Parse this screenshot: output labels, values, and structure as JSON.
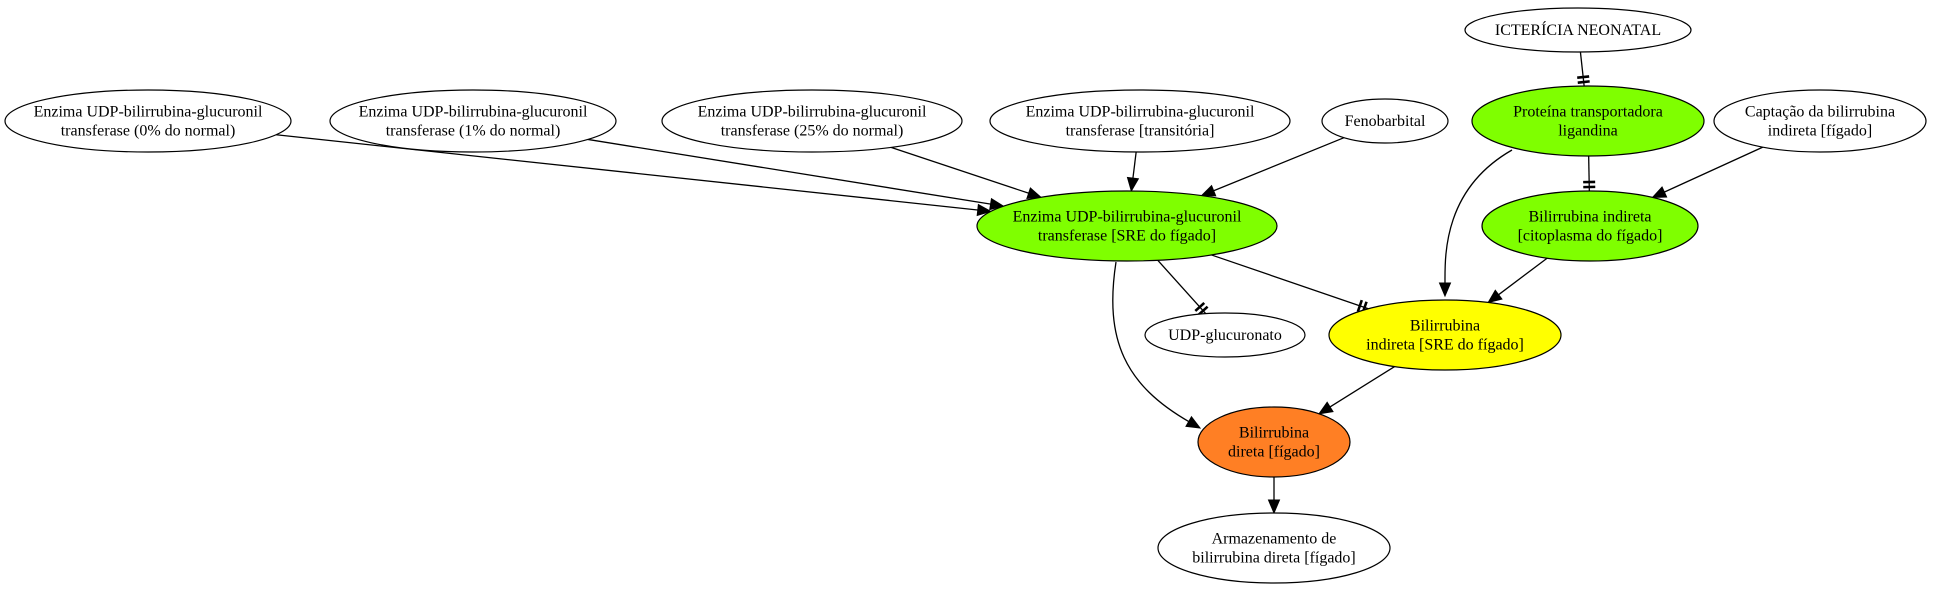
{
  "nodes": [
    {
      "id": "enz0",
      "name": "node-enzima-0-por-cento",
      "lines": [
        "Enzima UDP-bilirrubina-glucuronil",
        "transferase (0% do normal)"
      ],
      "fill": "#ffffff"
    },
    {
      "id": "enz1",
      "name": "node-enzima-1-por-cento",
      "lines": [
        "Enzima UDP-bilirrubina-glucuronil",
        "transferase (1% do normal)"
      ],
      "fill": "#ffffff"
    },
    {
      "id": "enz25",
      "name": "node-enzima-25-por-cento",
      "lines": [
        "Enzima UDP-bilirrubina-glucuronil",
        "transferase (25% do normal)"
      ],
      "fill": "#ffffff"
    },
    {
      "id": "enzTrans",
      "name": "node-enzima-transitoria",
      "lines": [
        "Enzima UDP-bilirrubina-glucuronil",
        "transferase [transitória]"
      ],
      "fill": "#ffffff"
    },
    {
      "id": "feno",
      "name": "node-fenobarbital",
      "lines": [
        "Fenobarbital"
      ],
      "fill": "#ffffff"
    },
    {
      "id": "icter",
      "name": "node-ictericia-neonatal",
      "lines": [
        "ICTERÍCIA NEONATAL"
      ],
      "fill": "#ffffff"
    },
    {
      "id": "ligandina",
      "name": "node-proteina-ligandina",
      "lines": [
        "Proteína transportadora",
        "ligandina"
      ],
      "fill": "#7fff00"
    },
    {
      "id": "captacao",
      "name": "node-captacao-bilirrubina",
      "lines": [
        "Captação da bilirrubina",
        "indireta [fígado]"
      ],
      "fill": "#ffffff"
    },
    {
      "id": "enzSRE",
      "name": "node-enzima-sre-figado",
      "lines": [
        "Enzima UDP-bilirrubina-glucuronil",
        "transferase [SRE do fígado]"
      ],
      "fill": "#7fff00"
    },
    {
      "id": "biliCito",
      "name": "node-bilirrubina-indireta-citoplasma",
      "lines": [
        "Bilirrubina indireta",
        "[citoplasma do fígado]"
      ],
      "fill": "#7fff00"
    },
    {
      "id": "udp",
      "name": "node-udp-glucuronato",
      "lines": [
        "UDP-glucuronato"
      ],
      "fill": "#ffffff"
    },
    {
      "id": "biliIndSRE",
      "name": "node-bilirrubina-indireta-sre",
      "lines": [
        "Bilirrubina",
        "indireta [SRE do fígado]"
      ],
      "fill": "#ffff00"
    },
    {
      "id": "biliDireta",
      "name": "node-bilirrubina-direta",
      "lines": [
        "Bilirrubina",
        "direta [fígado]"
      ],
      "fill": "#ff7f24"
    },
    {
      "id": "armaz",
      "name": "node-armazenamento",
      "lines": [
        "Armazenamento de",
        "bilirrubina direta [fígado]"
      ],
      "fill": "#ffffff"
    }
  ],
  "edges": [
    {
      "from": "enz0",
      "to": "enzSRE",
      "type": "arrow"
    },
    {
      "from": "enz1",
      "to": "enzSRE",
      "type": "arrow"
    },
    {
      "from": "enz25",
      "to": "enzSRE",
      "type": "arrow"
    },
    {
      "from": "enzTrans",
      "to": "enzSRE",
      "type": "arrow"
    },
    {
      "from": "feno",
      "to": "enzSRE",
      "type": "arrow"
    },
    {
      "from": "icter",
      "to": "ligandina",
      "type": "tee"
    },
    {
      "from": "ligandina",
      "to": "biliCito",
      "type": "tee"
    },
    {
      "from": "ligandina",
      "to": "biliIndSRE",
      "type": "arrow"
    },
    {
      "from": "captacao",
      "to": "biliCito",
      "type": "arrow"
    },
    {
      "from": "enzSRE",
      "to": "udp",
      "type": "tee"
    },
    {
      "from": "enzSRE",
      "to": "biliIndSRE",
      "type": "tee"
    },
    {
      "from": "enzSRE",
      "to": "biliDireta",
      "type": "arrow"
    },
    {
      "from": "biliCito",
      "to": "biliIndSRE",
      "type": "arrow"
    },
    {
      "from": "biliIndSRE",
      "to": "biliDireta",
      "type": "arrow"
    },
    {
      "from": "biliDireta",
      "to": "armaz",
      "type": "arrow"
    }
  ]
}
